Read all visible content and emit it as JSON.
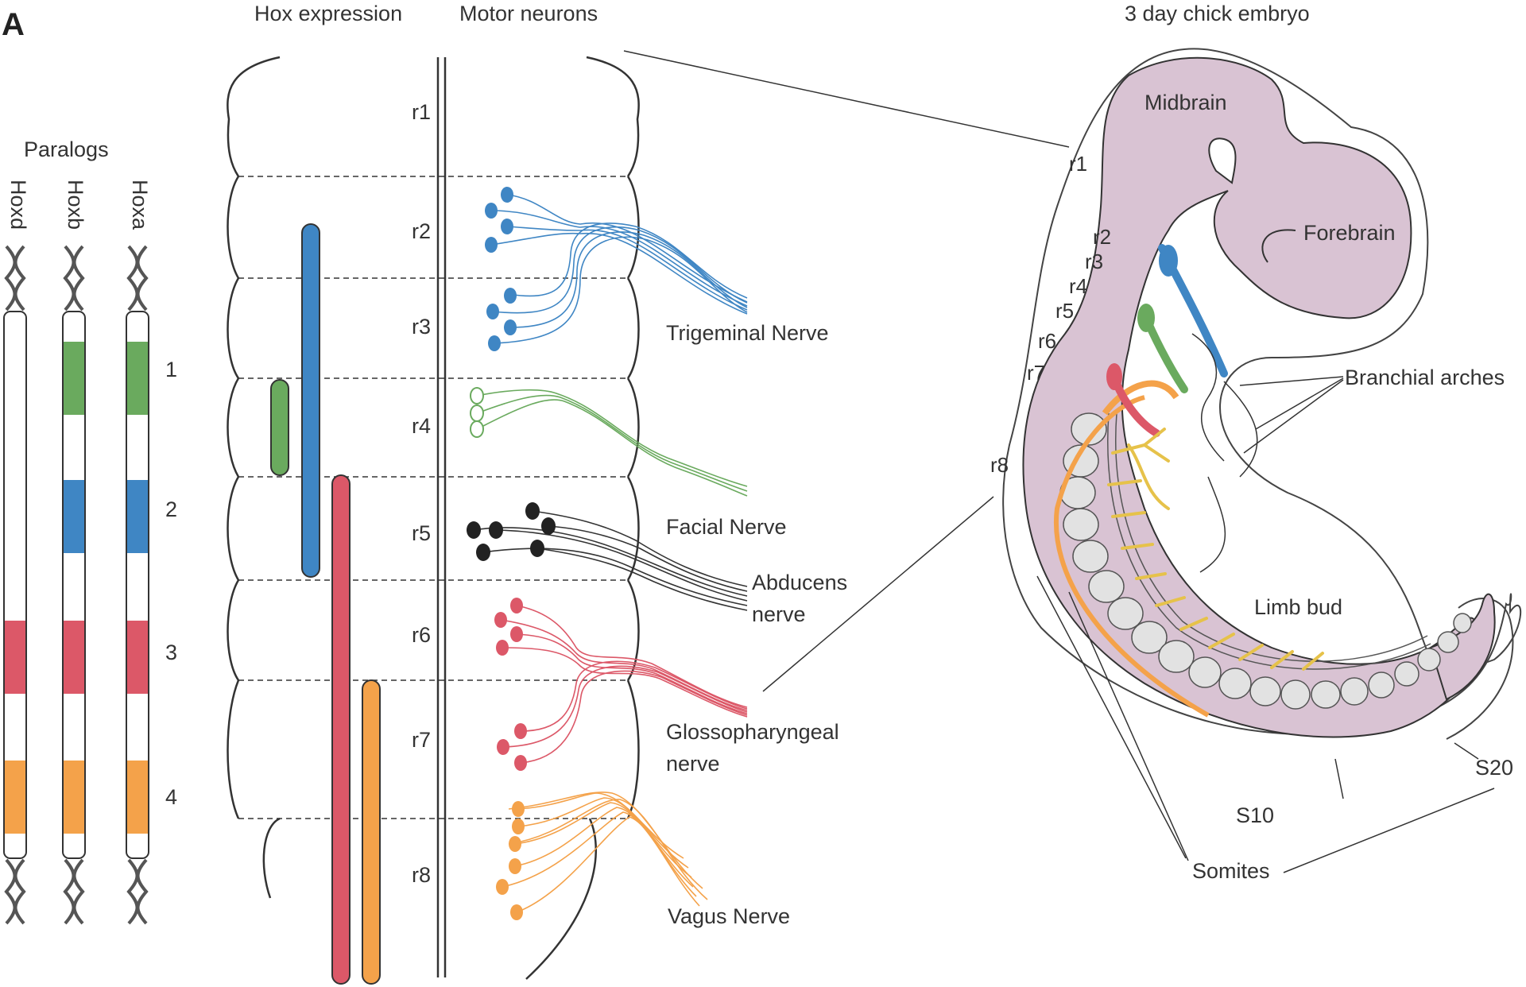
{
  "panel_label": "A",
  "headers": {
    "hox_expression": "Hox expression",
    "motor_neurons": "Motor neurons",
    "embryo_title": "3 day chick embryo"
  },
  "paralogs": {
    "title": "Paralogs",
    "clusters": [
      "Hoxd",
      "Hoxb",
      "Hoxa"
    ],
    "groups": [
      "1",
      "2",
      "3",
      "4"
    ]
  },
  "rhombomeres": [
    "r1",
    "r2",
    "r3",
    "r4",
    "r5",
    "r6",
    "r7",
    "r8"
  ],
  "nerves": {
    "trigeminal": "Trigeminal Nerve",
    "facial": "Facial Nerve",
    "abducens_1": "Abducens",
    "abducens_2": "nerve",
    "glosso_1": "Glossopharyngeal",
    "glosso_2": "nerve",
    "vagus": "Vagus Nerve"
  },
  "embryo": {
    "midbrain": "Midbrain",
    "forebrain": "Forebrain",
    "branchial_arches": "Branchial arches",
    "limb_bud": "Limb bud",
    "s10": "S10",
    "s20": "S20",
    "somites": "Somites",
    "rhombomere_labels": [
      "r1",
      "r2",
      "r3",
      "r4",
      "r5",
      "r6",
      "r7",
      "r8"
    ]
  },
  "colors": {
    "group1_green": "#6aaa5e",
    "group2_blue": "#3f86c4",
    "group3_red": "#dc5868",
    "group4_orange": "#f4a24a",
    "embryo_purple": "#d9c3d3",
    "outline": "#333333"
  }
}
